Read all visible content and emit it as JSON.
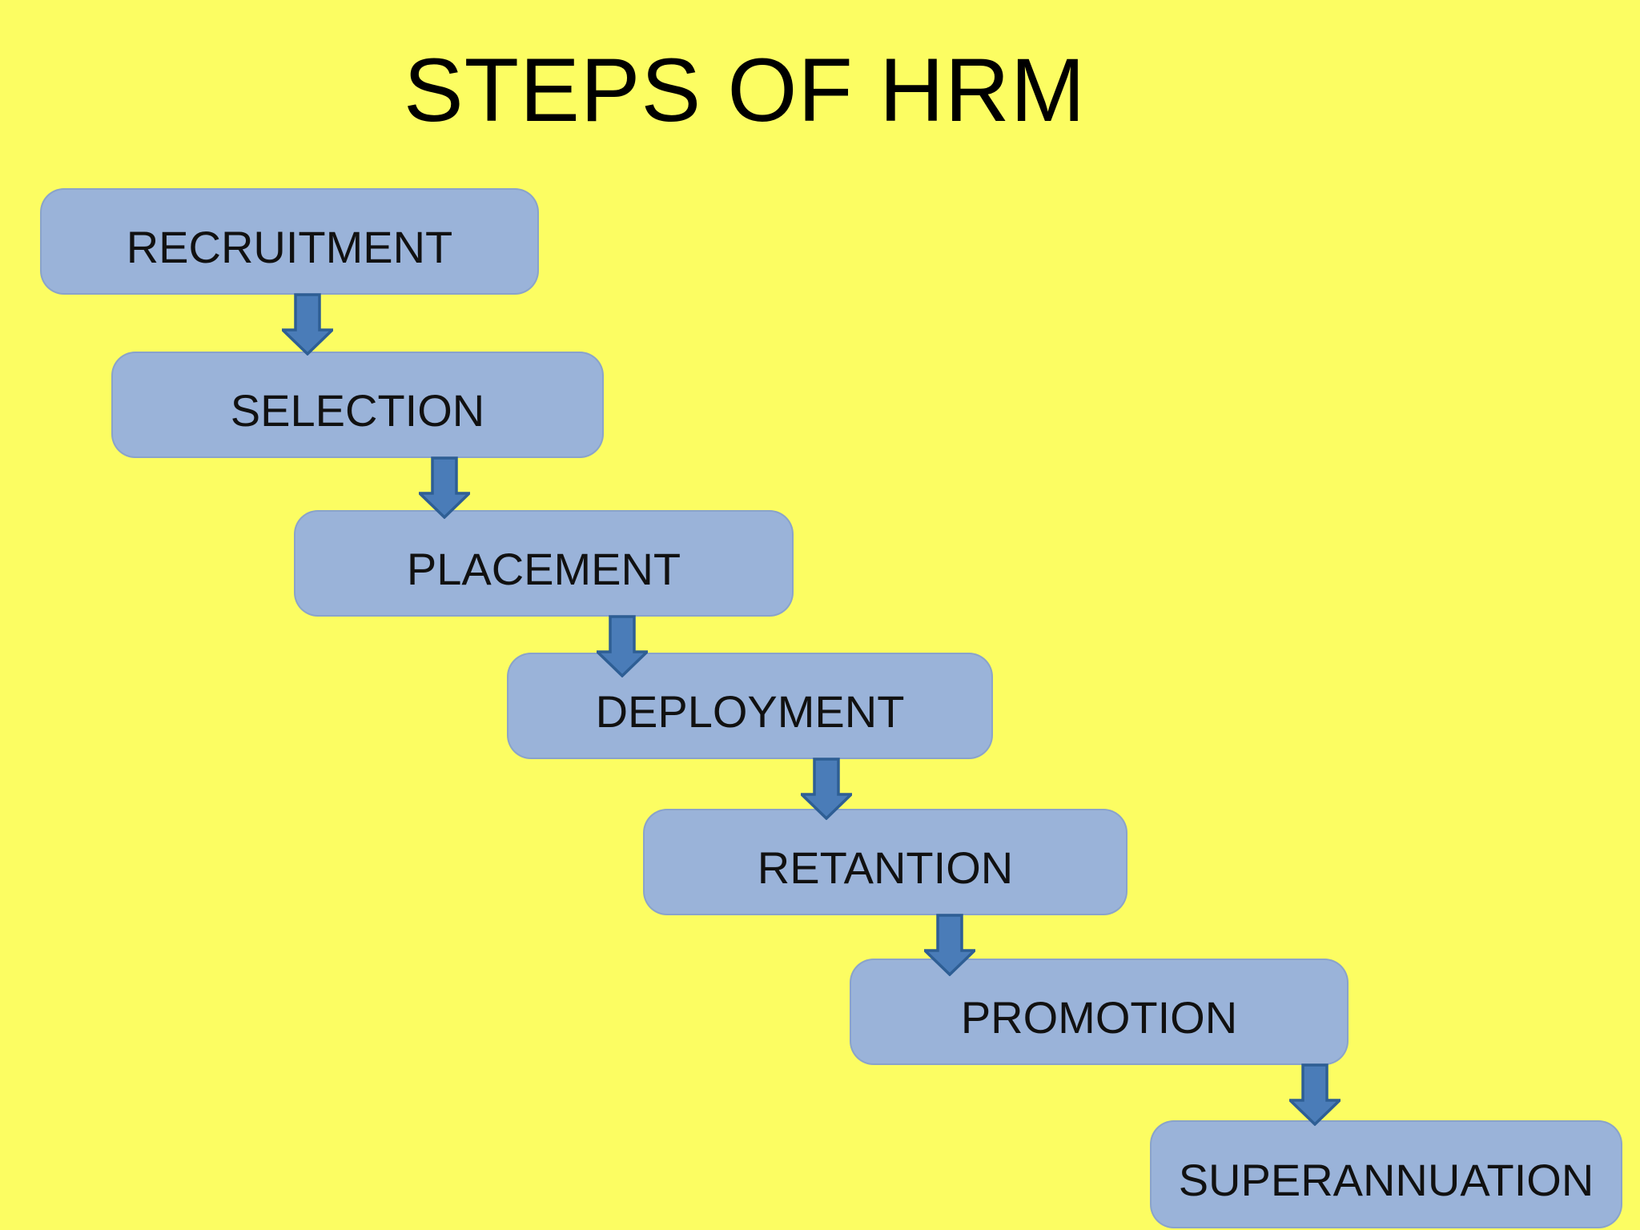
{
  "title": "STEPS OF HRM",
  "steps": [
    {
      "label": "RECRUITMENT"
    },
    {
      "label": "SELECTION"
    },
    {
      "label": "PLACEMENT"
    },
    {
      "label": "DEPLOYMENT"
    },
    {
      "label": "RETANTION"
    },
    {
      "label": "PROMOTION"
    },
    {
      "label": "SUPERANNUATION"
    }
  ],
  "icons": {
    "connector": "down-block-arrow"
  },
  "colors": {
    "background": "#FCFD62",
    "box_fill": "#9AB3D9",
    "box_text": "#111111",
    "arrow_fill": "#4A7CB8",
    "arrow_stroke": "#2E5E94",
    "title_color": "#000000"
  }
}
